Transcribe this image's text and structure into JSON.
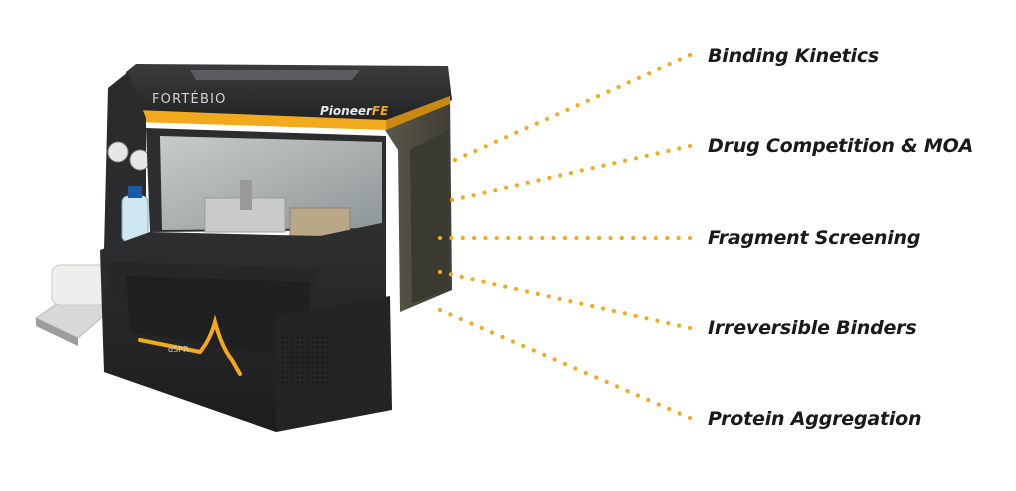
{
  "brand": {
    "logo": "FORTÉBIO",
    "model_prefix": "Pioneer",
    "model_suffix": "FE",
    "front_badge": "dSPR"
  },
  "applications": [
    "Binding Kinetics",
    "Drug Competition & MOA",
    "Fragment Screening",
    "Irreversible Binders",
    "Protein Aggregation"
  ],
  "colors": {
    "accent": "#f2a91d",
    "body_dark": "#2b2c2e",
    "body_olive": "#4a4938",
    "text": "#1a1a1a"
  }
}
